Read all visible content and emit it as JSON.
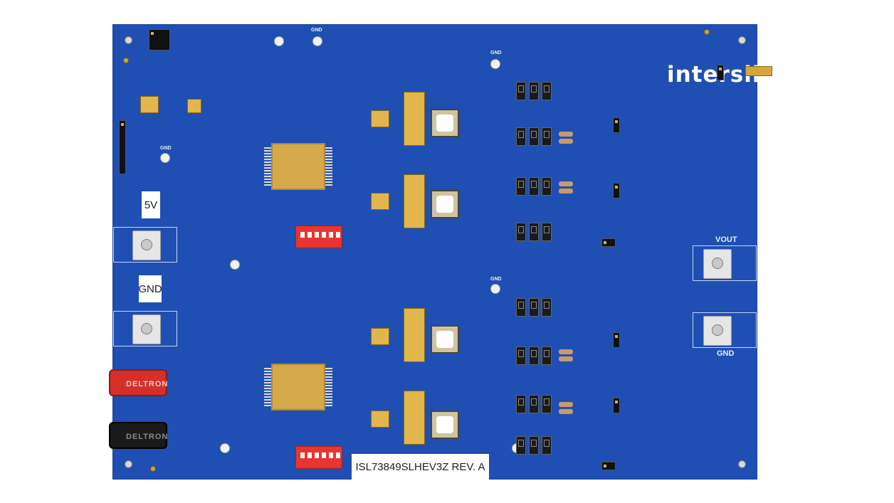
{
  "board": {
    "brand": "intersil",
    "part_number": "ISL73849SLHEV3Z REV. A"
  },
  "labels": {
    "v5": "5V",
    "gnd_left": "GND",
    "vout": "VOUT",
    "gnd_right": "GND",
    "tp_gnd_1": "GND",
    "tp_gnd_2": "GND",
    "tp_gnd_3": "GND",
    "tp_gnd_4": "GND"
  },
  "connectors": {
    "banana_red_brand": "DELTRON",
    "banana_black_brand": "DELTRON"
  },
  "colors": {
    "pcb": "#1f4fb2",
    "label_bg": "#ffffff",
    "brand_text": "#ffffff",
    "dip_switch": "#e8352f",
    "banana_red": "#d62f2a",
    "banana_black": "#1a1a1a"
  }
}
